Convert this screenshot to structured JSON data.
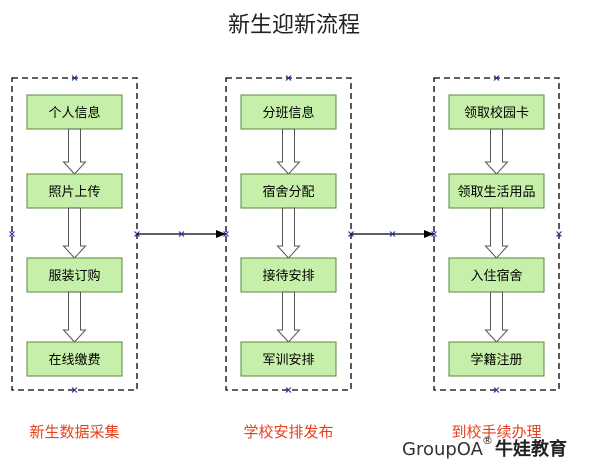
{
  "diagram": {
    "title": "新生迎新流程",
    "columns": [
      {
        "label": "新生数据采集",
        "steps": [
          "个人信息",
          "照片上传",
          "服装订购",
          "在线缴费"
        ]
      },
      {
        "label": "学校安排发布",
        "steps": [
          "分班信息",
          "宿舍分配",
          "接待安排",
          "军训安排"
        ]
      },
      {
        "label": "到校手续办理",
        "steps": [
          "领取校园卡",
          "领取生活用品",
          "入住宿舍",
          "学籍注册"
        ]
      }
    ],
    "colors": {
      "box_fill": "#c6f0a9",
      "box_stroke": "#5a8a3c",
      "label_color": "#e8401c",
      "handle_color": "#2a3aa8",
      "frame_color": "#000000"
    }
  },
  "watermark": {
    "brand_latin": "GroupOA",
    "brand_mark": "®",
    "brand_cn": "牛娃教育"
  }
}
